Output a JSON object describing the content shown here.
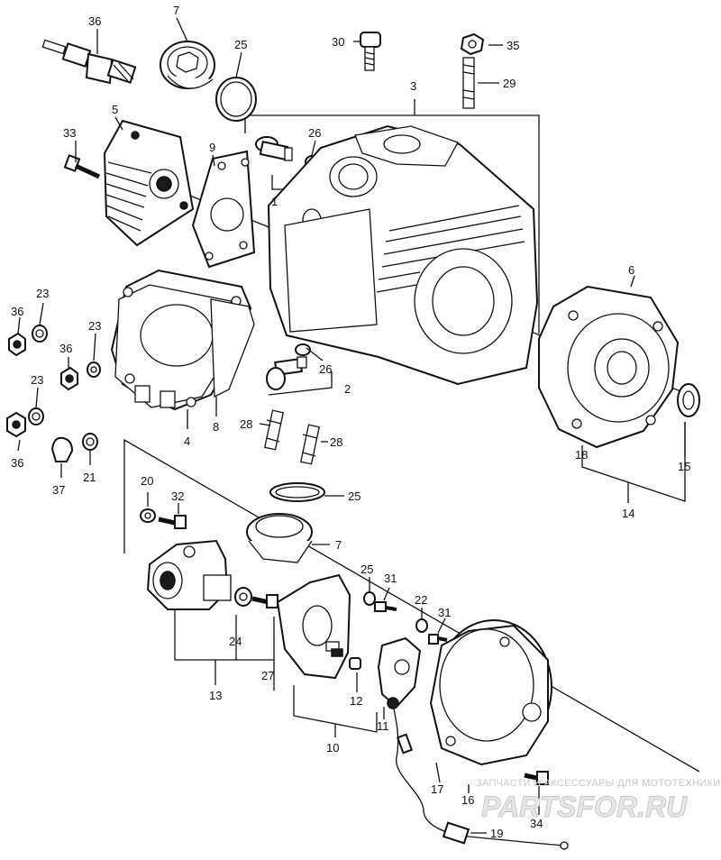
{
  "watermark": {
    "caption": "ЗАПЧАСТИ И АКСЕССУАРЫ ДЛЯ МОТОТЕХНИКИ",
    "brand": "PARTSFOR.RU"
  },
  "callouts": [
    {
      "id": "c1",
      "text": "1"
    },
    {
      "id": "c2",
      "text": "2"
    },
    {
      "id": "c3",
      "text": "3"
    },
    {
      "id": "c4",
      "text": "4"
    },
    {
      "id": "c5",
      "text": "5"
    },
    {
      "id": "c6",
      "text": "6"
    },
    {
      "id": "c7a",
      "text": "7"
    },
    {
      "id": "c7b",
      "text": "7"
    },
    {
      "id": "c8",
      "text": "8"
    },
    {
      "id": "c9",
      "text": "9"
    },
    {
      "id": "c10",
      "text": "10"
    },
    {
      "id": "c11",
      "text": "11"
    },
    {
      "id": "c12",
      "text": "12"
    },
    {
      "id": "c13",
      "text": "13"
    },
    {
      "id": "c14",
      "text": "14"
    },
    {
      "id": "c15",
      "text": "15"
    },
    {
      "id": "c16",
      "text": "16"
    },
    {
      "id": "c17",
      "text": "17"
    },
    {
      "id": "c18",
      "text": "18"
    },
    {
      "id": "c19",
      "text": "19"
    },
    {
      "id": "c20",
      "text": "20"
    },
    {
      "id": "c21",
      "text": "21"
    },
    {
      "id": "c22",
      "text": "22"
    },
    {
      "id": "c23a",
      "text": "23"
    },
    {
      "id": "c23b",
      "text": "23"
    },
    {
      "id": "c23c",
      "text": "23"
    },
    {
      "id": "c24",
      "text": "24"
    },
    {
      "id": "c25a",
      "text": "25"
    },
    {
      "id": "c25b",
      "text": "25"
    },
    {
      "id": "c25c",
      "text": "25"
    },
    {
      "id": "c26a",
      "text": "26"
    },
    {
      "id": "c26b",
      "text": "26"
    },
    {
      "id": "c27",
      "text": "27"
    },
    {
      "id": "c28a",
      "text": "28"
    },
    {
      "id": "c28b",
      "text": "28"
    },
    {
      "id": "c29",
      "text": "29"
    },
    {
      "id": "c30",
      "text": "30"
    },
    {
      "id": "c31a",
      "text": "31"
    },
    {
      "id": "c31b",
      "text": "31"
    },
    {
      "id": "c32",
      "text": "32"
    },
    {
      "id": "c33",
      "text": "33"
    },
    {
      "id": "c34",
      "text": "34"
    },
    {
      "id": "c35",
      "text": "35"
    },
    {
      "id": "c36a",
      "text": "36"
    },
    {
      "id": "c36b",
      "text": "36"
    },
    {
      "id": "c36c",
      "text": "36"
    },
    {
      "id": "c36d",
      "text": "36"
    },
    {
      "id": "c37",
      "text": "37"
    }
  ]
}
